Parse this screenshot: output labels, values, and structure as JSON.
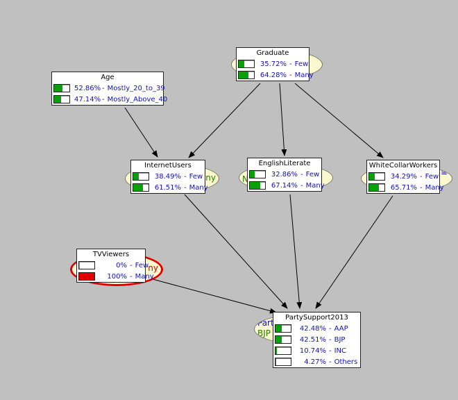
{
  "colors": {
    "belief_fill": "#0aa00a",
    "evidence_fill": "#e00000",
    "text_blue": "#1010c0",
    "edge": "#000000"
  },
  "ellipses": {
    "graduate": {
      "peek": ""
    },
    "age": {
      "peek": ""
    },
    "internet": {
      "peek": "ny"
    },
    "english": {
      "peek": "N"
    },
    "white": {
      "peek": "≡"
    },
    "tv": {
      "peek": "ny"
    },
    "party": {
      "peek_top": "Part",
      "peek_bottom": "BJP"
    }
  },
  "nodes": {
    "graduate": {
      "title": "Graduate",
      "states": [
        {
          "pct": "35.72%",
          "label": "Few",
          "value": 0.3572
        },
        {
          "pct": "64.28%",
          "label": "Many",
          "value": 0.6428
        }
      ]
    },
    "age": {
      "title": "Age",
      "states": [
        {
          "pct": "52.86%",
          "label": "Mostly_20_to_39",
          "value": 0.5286
        },
        {
          "pct": "47.14%",
          "label": "Mostly_Above_40",
          "value": 0.4714
        }
      ]
    },
    "internet": {
      "title": "InternetUsers",
      "states": [
        {
          "pct": "38.49%",
          "label": "Few",
          "value": 0.3849
        },
        {
          "pct": "61.51%",
          "label": "Many",
          "value": 0.6151
        }
      ]
    },
    "english": {
      "title": "EnglishLiterate",
      "states": [
        {
          "pct": "32.86%",
          "label": "Few",
          "value": 0.3286
        },
        {
          "pct": "67.14%",
          "label": "Many",
          "value": 0.6714
        }
      ]
    },
    "white": {
      "title": "WhiteCollarWorkers",
      "states": [
        {
          "pct": "34.29%",
          "label": "Few",
          "value": 0.3429
        },
        {
          "pct": "65.71%",
          "label": "Many",
          "value": 0.6571
        }
      ]
    },
    "tv": {
      "title": "TVViewers",
      "states": [
        {
          "pct": "0%",
          "label": "Few",
          "value": 0.0
        },
        {
          "pct": "100%",
          "label": "Many",
          "value": 1.0,
          "evidence": true
        }
      ]
    },
    "party": {
      "title": "PartySupport2013",
      "states": [
        {
          "pct": "42.48%",
          "label": "AAP",
          "value": 0.4248
        },
        {
          "pct": "42.51%",
          "label": "BJP",
          "value": 0.4251
        },
        {
          "pct": "10.74%",
          "label": "INC",
          "value": 0.1074
        },
        {
          "pct": "4.27%",
          "label": "Others",
          "value": 0.0427
        }
      ]
    }
  }
}
